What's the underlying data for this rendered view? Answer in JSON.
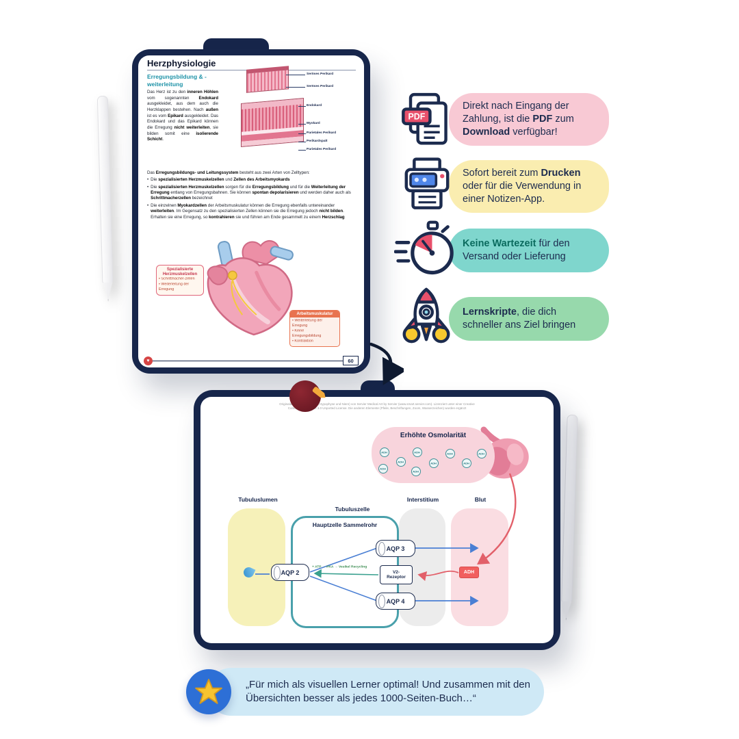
{
  "page1": {
    "title": "Herzphysiologie",
    "section_heading": "Erregungsbildung & -weiterleitung",
    "intro": "Das Herz ist zu den **inneren Höhlen** vom sogenannten **Endokard** ausgekleidet, aus dem auch die Herzklappen bestehen. Nach **außen** ist es vom **Epikard** ausgekleidet. Das Endokard und das Epikard können die Erregung **nicht weiterleiten**, sie bilden somit eine **isolierende Schicht**.",
    "wall_labels": [
      "Seröses Perikard",
      "Seröses Perikard",
      "Endokard",
      "Myokard",
      "Parietales Perikard",
      "Perikardspalt",
      "Parietales Perikard"
    ],
    "conduction_intro": "Das **Erregungsbildungs- und Leitungssystem** besteht aus zwei Arten von Zelltypen:",
    "bullets": [
      "Die **spezialisierten Herzmuskelzellen** und **Zellen des Arbeitsmyokards**",
      "Die **spezialisierten Herzmuskelzellen** sorgen für die **Erregungsbildung** und für die **Weiterleitung der Erregung** entlang von Erregungsbahnen. Sie können **spontan depolarisieren** und werden daher auch als **Schrittmacherzellen** bezeichnet",
      "Die einzelnen **Myokardzellen** der Arbeitsmuskulatur können die Erregung ebenfalls untereinander **weiterleiten**. Im Gegensatz zu den spezialisierten Zellen können sie die Erregung jedoch **nicht bilden**. Erhalten sie eine Erregung, so **kontrahieren** sie und führen am Ende gesammelt zu einem **Herzschlag**"
    ],
    "box_pacemaker": {
      "title": "Spezialisierte Herzmuskelzellen",
      "items": [
        "Schrittmacher-zellen",
        "Weiterleitung der Erregung"
      ]
    },
    "box_working": {
      "title": "Arbeitsmuskulatur",
      "items": [
        "Weiterleitung der Erregung",
        "Keine Erregungsbildung",
        "Kontraktion"
      ]
    },
    "page_number": "60"
  },
  "page2": {
    "credit": "Originalabbildungen (Gehirn, Hypophyse und Niere) von Servier Medical Art by Servier (www.smart.servier.com). Lizenziert unter einer Creative Commons Attribution 3.0 Unported License. Die anderen Elemente (Pfeile, Beschriftungen, Zoom, Wasserzeichen) wurden ergänzt",
    "osmolarity_title": "Erhöhte Osmolarität",
    "adh_label": "ADH",
    "columns": [
      "Tubuluslumen",
      "Tubuluszelle",
      "Interstitium",
      "Blut"
    ],
    "cell_title": "Hauptzelle Sammelrohr",
    "aqp2": "AQP 2",
    "aqp3": "AQP 3",
    "aqp4": "AQP 4",
    "v2_receptor": "V2-Rezeptor",
    "adh_box": "ADH",
    "pathway": "+ ATP → PKA → Vesikel Recycling"
  },
  "features": [
    {
      "name": "pdf",
      "badge": "PDF",
      "color": "#f8c9d4",
      "text": "Direkt nach Eingang der Zahlung, ist die **PDF** zum **Download** verfügbar!"
    },
    {
      "name": "print",
      "color": "#faedb0",
      "text": "Sofort bereit zum **Drucken** oder für die Verwendung in einer Notizen-App."
    },
    {
      "name": "no-wait",
      "color": "#7fd6cd",
      "text": "**Keine Wartezeit** für den Versand oder Lieferung"
    },
    {
      "name": "rocket",
      "color": "#97d9ac",
      "text": "**Lernskripte**, die dich schneller ans Ziel bringen"
    }
  ],
  "testimonial": {
    "color": "#cfe9f6",
    "text": "„Für mich als visuellen Lerner optimal! Und zusammen mit den Übersichten besser als jedes 1000-Seiten-Buch…“"
  },
  "colors": {
    "frame_navy": "#17264b",
    "heading_teal": "#1f93a8",
    "accent_red": "#e8506b",
    "cell_border_teal": "#49a0ab",
    "star_yellow": "#f8c430",
    "badge_blue": "#2d6fd6"
  }
}
